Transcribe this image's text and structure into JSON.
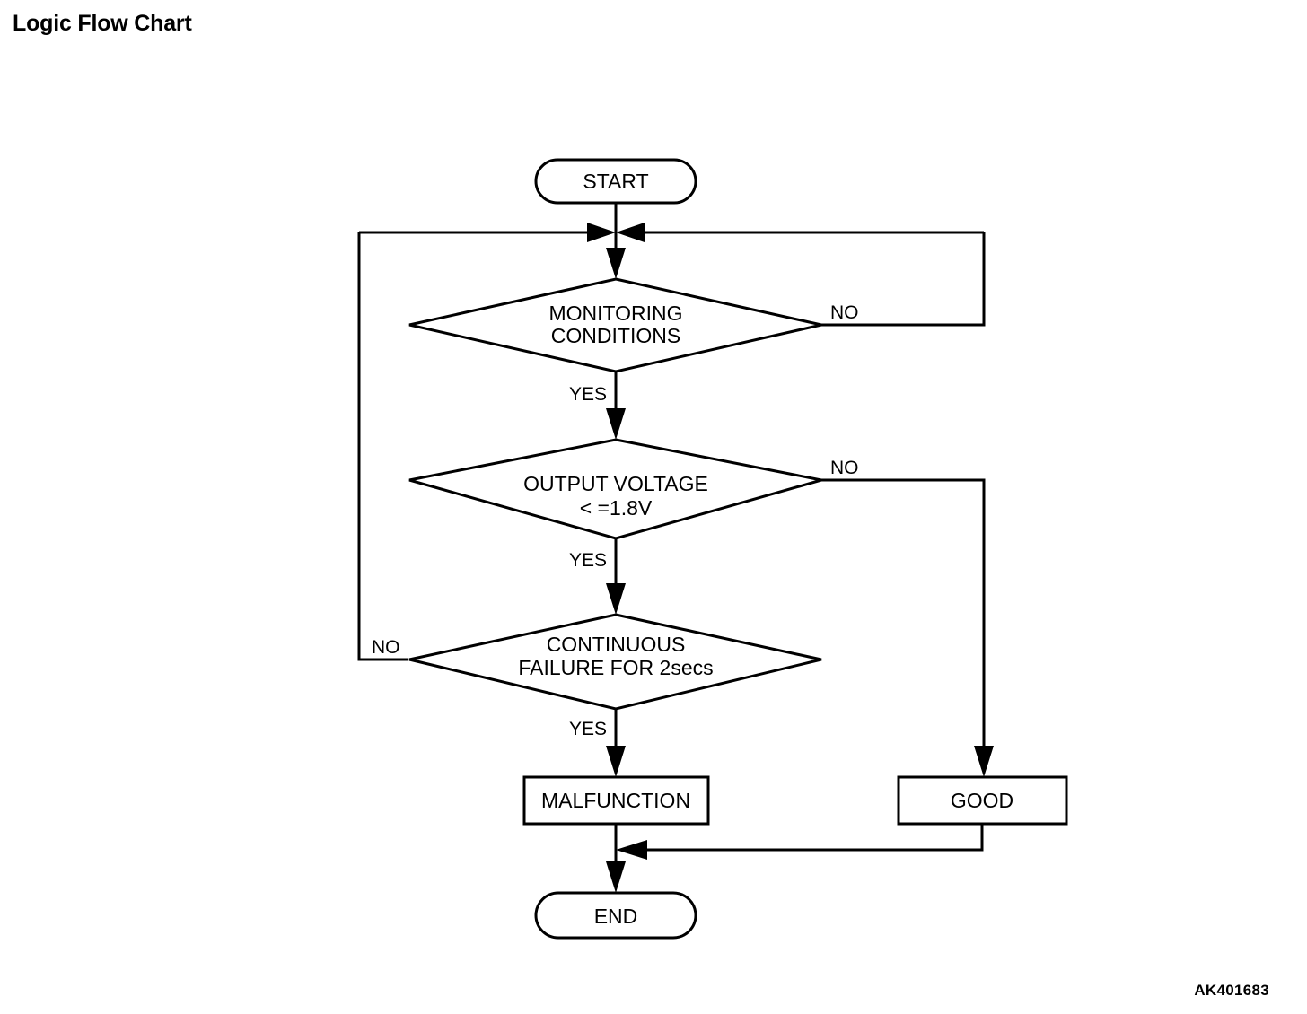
{
  "page": {
    "title": "Logic Flow Chart",
    "figure_code": "AK401683",
    "background_color": "#ffffff",
    "line_color": "#000000"
  },
  "flowchart": {
    "nodes": {
      "start": {
        "label": "START",
        "shape": "stadium"
      },
      "decision_monitoring": {
        "label_line1": "MONITORING",
        "label_line2": "CONDITIONS",
        "shape": "diamond"
      },
      "decision_voltage": {
        "label_line1": "OUTPUT VOLTAGE",
        "label_line2": "< =1.8V",
        "shape": "diamond"
      },
      "decision_continuous": {
        "label_line1": "CONTINUOUS",
        "label_line2": "FAILURE FOR 2secs",
        "shape": "diamond"
      },
      "malfunction": {
        "label": "MALFUNCTION",
        "shape": "rectangle"
      },
      "good": {
        "label": "GOOD",
        "shape": "rectangle"
      },
      "end": {
        "label": "END",
        "shape": "stadium"
      }
    },
    "branch_labels": {
      "monitoring_no": "NO",
      "monitoring_yes": "YES",
      "voltage_no": "NO",
      "voltage_yes": "YES",
      "continuous_no": "NO",
      "continuous_yes": "YES"
    }
  }
}
